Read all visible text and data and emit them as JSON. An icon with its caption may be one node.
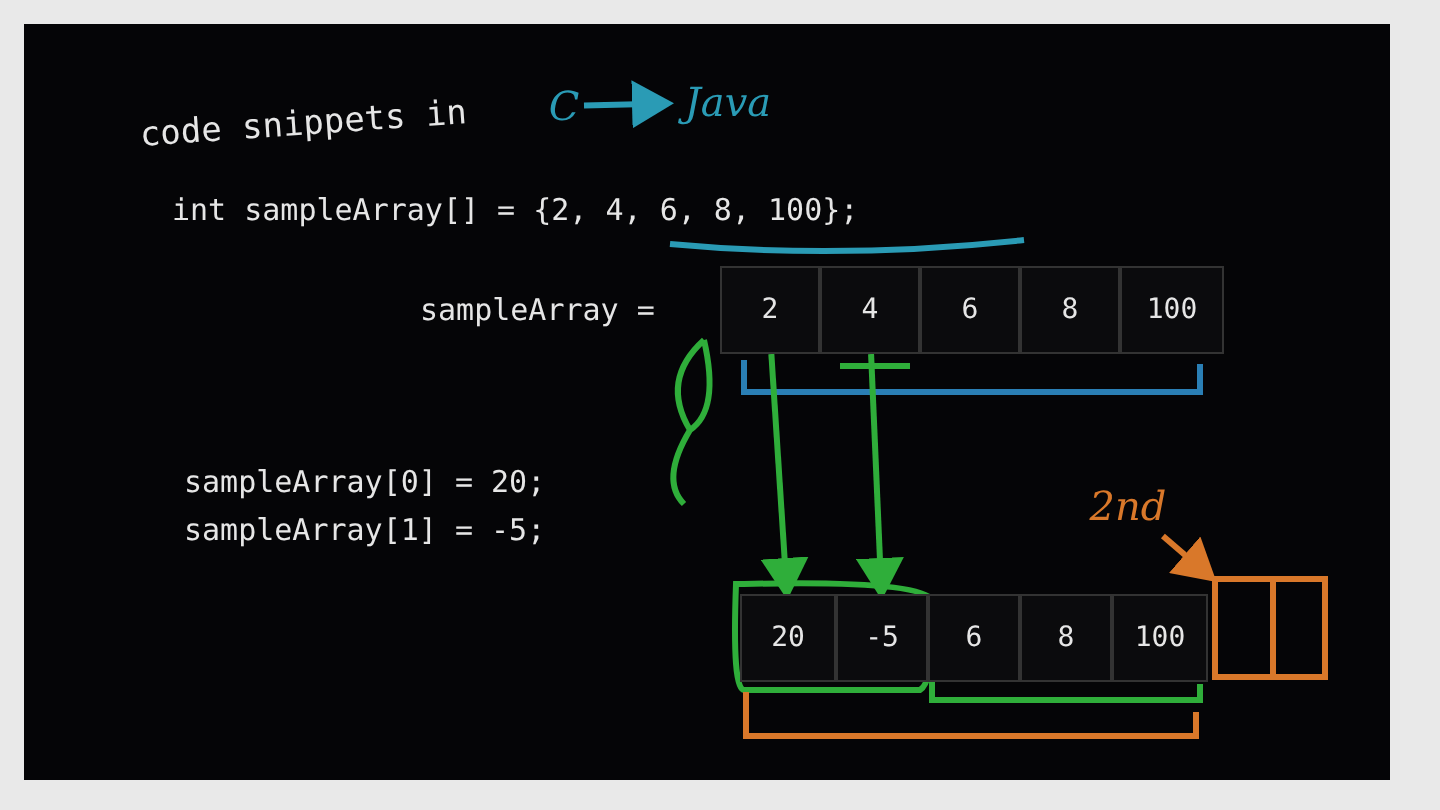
{
  "diagram": {
    "title": "code snippets in",
    "nodes": [
      {
        "text": [
          "C"
        ]
      },
      {
        "text": [
          "Java"
        ]
      },
      {
        "text": [
          "2"
        ]
      },
      {
        "text": [
          "4"
        ]
      },
      {
        "text": [
          "6"
        ]
      },
      {
        "text": [
          "8"
        ]
      },
      {
        "text": [
          "100"
        ]
      },
      {
        "text": [
          "20"
        ]
      },
      {
        "text": [
          "-5"
        ]
      },
      {
        "text": [
          "6"
        ]
      },
      {
        "text": [
          "8"
        ]
      },
      {
        "text": [
          "100"
        ]
      },
      {
        "text": [],
        "shape": "box"
      },
      {
        "text": [
          "2nd"
        ]
      }
    ],
    "edges": [
      {
        "from": 0,
        "to": 1,
        "arrow": "to",
        "color": "#2a9bb5"
      },
      {
        "from": 2,
        "to": 7,
        "arrow": "to",
        "color": "#2fae3a"
      },
      {
        "from": 3,
        "to": 8,
        "arrow": "to",
        "color": "#2fae3a"
      },
      {
        "from": 13,
        "to": 12,
        "arrow": "to",
        "color": "#d9782a"
      }
    ],
    "labels": [
      "int sampleArray[] = {2, 4, 6, 8, 100};",
      "sampleArray =",
      "sampleArray[0] = 20;",
      "sampleArray[1] = -5;"
    ]
  }
}
